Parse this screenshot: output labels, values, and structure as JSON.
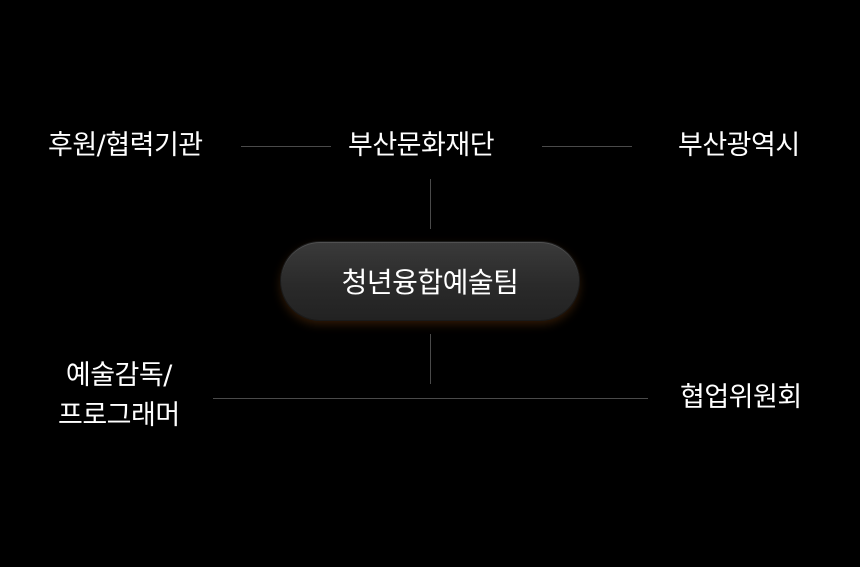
{
  "nodes": {
    "sponsor": "후원/협력기관",
    "foundation": "부산문화재단",
    "city": "부산광역시",
    "center": "청년융합예술팀",
    "director_line1": "예술감독/",
    "director_line2": "프로그래머",
    "committee": "협업위원회"
  },
  "colors": {
    "background": "#000000",
    "text": "#ffffff",
    "connector": "#4a4a4a",
    "pill": "#2e2e2e",
    "pill_glow": "#96501e"
  }
}
